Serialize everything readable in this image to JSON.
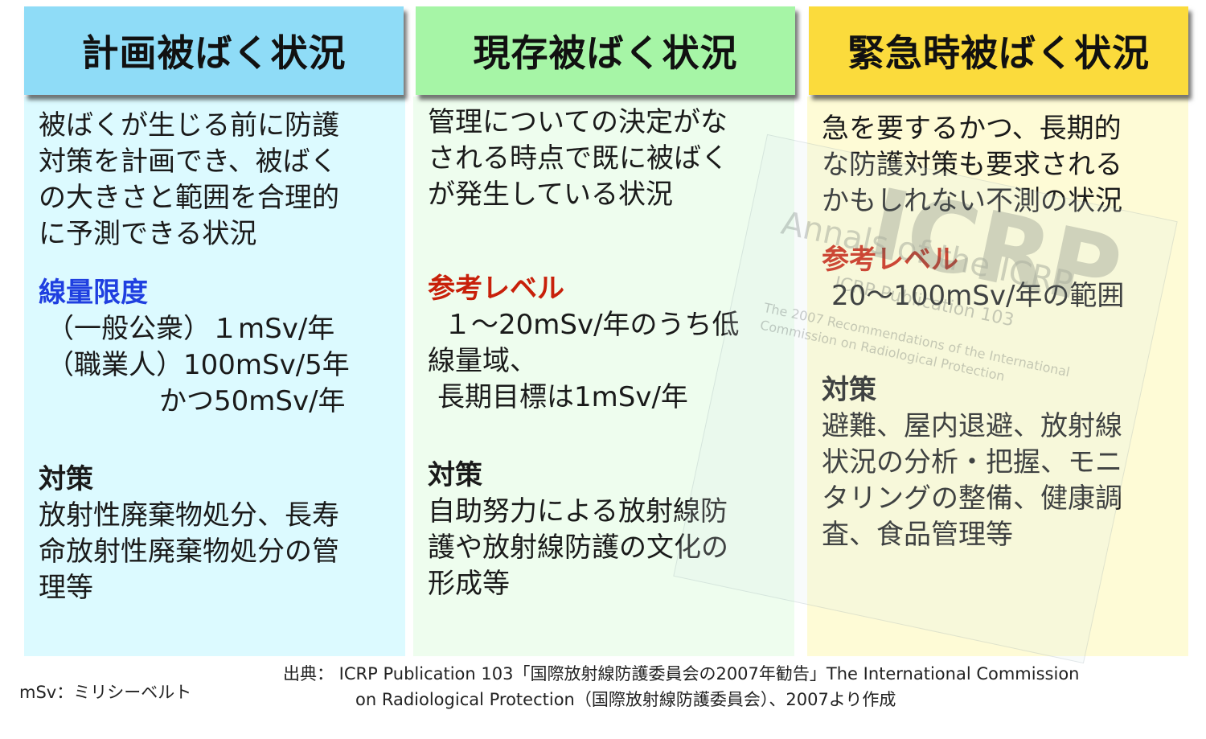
{
  "columns": [
    {
      "title": "計画被ばく状況",
      "description": [
        "被ばくが生じる前に防護",
        "対策を計画でき、被ばく",
        "の大きさと範囲を合理的",
        "に予測できる状況"
      ],
      "level_heading": "線量限度",
      "level_lines": [
        "（一般公衆）１mSv/年",
        "（職業人）100mSv/5年",
        "かつ50mSv/年"
      ],
      "measures_heading": "対策",
      "measures_lines": [
        "放射性廃棄物処分、長寿",
        "命放射性廃棄物処分の管",
        "理等"
      ]
    },
    {
      "title": "現存被ばく状況",
      "description": [
        "管理についての決定がな",
        "される時点で既に被ばく",
        "が発生している状況"
      ],
      "level_heading": "参考レベル",
      "level_lines": [
        "１～20mSv/年のうち低",
        "線量域、",
        "長期目標は1mSv/年"
      ],
      "measures_heading": "対策",
      "measures_lines": [
        "自助努力による放射線防",
        "護や放射線防護の文化の",
        "形成等"
      ]
    },
    {
      "title": "緊急時被ばく状況",
      "description": [
        "急を要するかつ、長期的",
        "な防護対策も要求される",
        "かもしれない不測の状況"
      ],
      "level_heading": "参考レベル",
      "level_lines": [
        "20～100mSv/年の範囲"
      ],
      "measures_heading": "対策",
      "measures_lines": [
        "避難、屋内退避、放射線",
        "状況の分析・把握、モニ",
        "タリングの整備、健康調",
        "査、食品管理等"
      ]
    }
  ],
  "watermark": {
    "logo": "ICRP",
    "annals": "Annals of the ICRP",
    "publication": "ICRP Publication 103",
    "recommendation": "The 2007 Recommendations of the International Commission on Radiological Protection"
  },
  "footer": {
    "unit_note": "mSv：ミリシーベルト",
    "source_line1": "出典： ICRP Publication 103「国際放射線防護委員会の2007年勧告」The International Commission",
    "source_line2": "on Radiological Protection（国際放射線防護委員会）、2007より作成"
  },
  "colors": {
    "col1_head": "#8fdcf7",
    "col1_body": "#dcfaff",
    "col2_head": "#a6f5a6",
    "col2_body": "#eefdee",
    "col3_head": "#fbdb3c",
    "col3_body": "#fefbd6",
    "accent_blue": "#1f3fe0",
    "accent_red": "#c8200a"
  }
}
